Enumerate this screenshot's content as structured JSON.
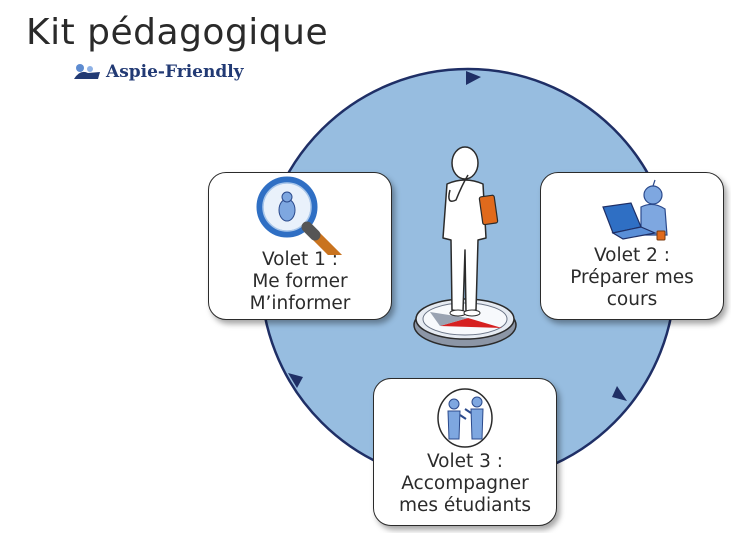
{
  "header": {
    "title": "Kit pédagogique",
    "brand": "Aspie-Friendly"
  },
  "colors": {
    "circle_fill": "#97bde0",
    "circle_stroke": "#1f2f66",
    "arrow": "#1f2f66",
    "card_border": "#2b2b2b",
    "magnifier_handle": "#c9731e",
    "figure_accent": "#e06a1c",
    "compass_needle": "#d62020"
  },
  "volets": [
    {
      "line1": "Volet 1 :",
      "line2": "Me former",
      "line3": "M’informer",
      "icon": "magnifying-glass-icon"
    },
    {
      "line1": "Volet 2 :",
      "line2": "Préparer mes",
      "line3": "cours",
      "icon": "laptop-person-icon"
    },
    {
      "line1": "Volet 3 :",
      "line2": "Accompagner",
      "line3": "mes étudiants",
      "icon": "two-people-talking-icon"
    }
  ],
  "center": {
    "icon": "thinking-person-on-compass-icon"
  }
}
